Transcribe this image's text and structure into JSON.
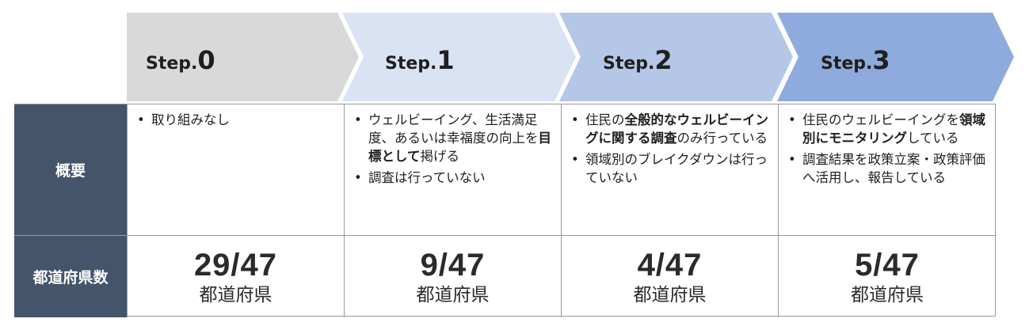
{
  "steps": [
    {
      "prefix": "Step.",
      "number": "0",
      "color": "#d9d9d9"
    },
    {
      "prefix": "Step.",
      "number": "1",
      "color": "#dae3f3"
    },
    {
      "prefix": "Step.",
      "number": "2",
      "color": "#b4c7e7"
    },
    {
      "prefix": "Step.",
      "number": "3",
      "color": "#8faadc"
    }
  ],
  "rows": {
    "overview_label": "概要",
    "count_label": "都道府県数",
    "header_color": "#44546a"
  },
  "overview": [
    {
      "items": [
        [
          {
            "t": "取り組みなし",
            "b": false
          }
        ]
      ]
    },
    {
      "items": [
        [
          {
            "t": "ウェルビーイング、生活満足度、あるいは幸福度の向上を",
            "b": false
          },
          {
            "t": "目標として",
            "b": true
          },
          {
            "t": "掲げる",
            "b": false
          }
        ],
        [
          {
            "t": "調査は行っていない",
            "b": false
          }
        ]
      ]
    },
    {
      "items": [
        [
          {
            "t": "住民の",
            "b": false
          },
          {
            "t": "全般的なウェルビーイングに関する調査",
            "b": true
          },
          {
            "t": "のみ行っている",
            "b": false
          }
        ],
        [
          {
            "t": "領域別のブレイクダウンは行っていない",
            "b": false
          }
        ]
      ]
    },
    {
      "items": [
        [
          {
            "t": "住民のウェルビーイングを",
            "b": false
          },
          {
            "t": "領域別にモニタリング",
            "b": true
          },
          {
            "t": "している",
            "b": false
          }
        ],
        [
          {
            "t": "調査結果を政策立案・政策評価へ活用し、報告している",
            "b": false
          }
        ]
      ]
    }
  ],
  "counts": [
    {
      "value": "29/47",
      "unit": "都道府県"
    },
    {
      "value": "9/47",
      "unit": "都道府県"
    },
    {
      "value": "4/47",
      "unit": "都道府県"
    },
    {
      "value": "5/47",
      "unit": "都道府県"
    }
  ]
}
